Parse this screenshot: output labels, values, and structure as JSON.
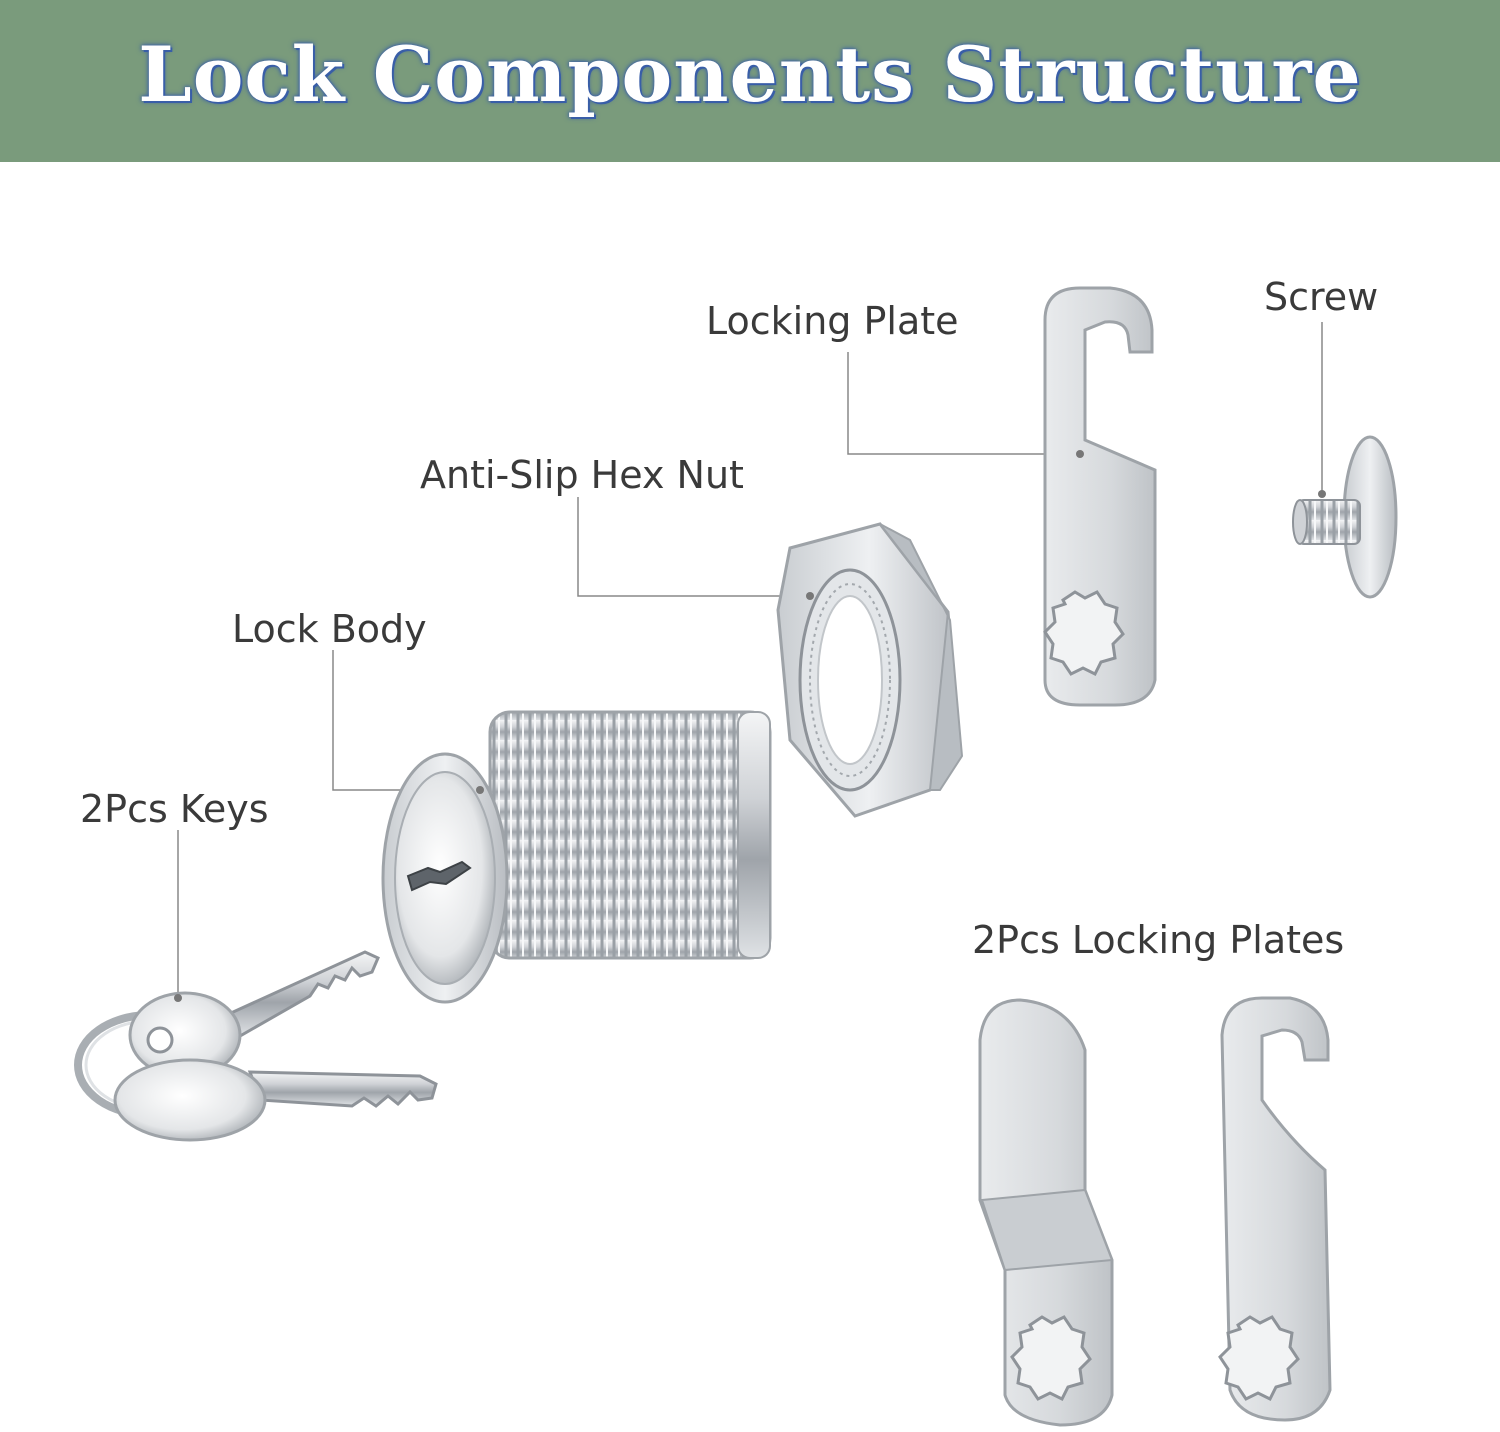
{
  "title": "Lock Components Structure",
  "colors": {
    "banner": "#7a9b7c",
    "title_text": "#ffffff",
    "title_outline": "#3a5fa8",
    "label_text": "#3a3a3a",
    "leader_line": "#888888"
  },
  "labels": {
    "locking_plate": "Locking Plate",
    "screw": "Screw",
    "hex_nut": "Anti-Slip Hex Nut",
    "lock_body": "Lock Body",
    "keys": "2Pcs Keys",
    "plates": "2Pcs Locking Plates"
  },
  "icons": [
    "lock-body-icon",
    "hex-nut-icon",
    "locking-plate-icon",
    "screw-icon",
    "keys-icon",
    "bent-plate-icon",
    "straight-plate-icon"
  ]
}
